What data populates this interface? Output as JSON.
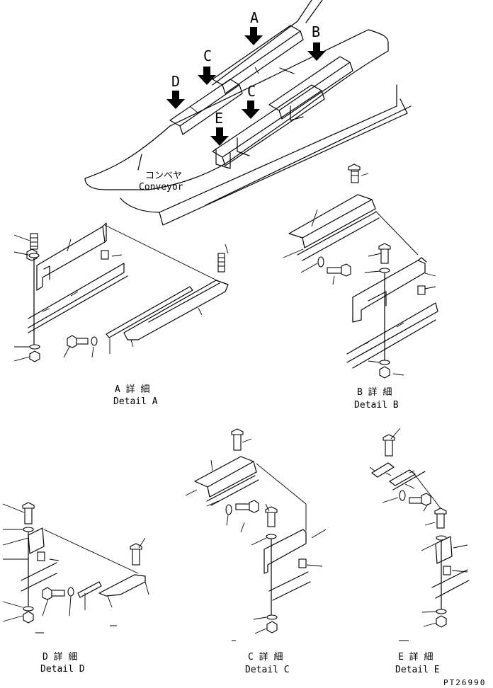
{
  "arrows": {
    "a": "A",
    "b": "B",
    "c1": "C",
    "c2": "C",
    "d": "D",
    "e": "E"
  },
  "conveyor": {
    "jp": "コンベヤ",
    "en": "Conveyor"
  },
  "details": {
    "a": {
      "jp": "A 詳 細",
      "en": "Detail A"
    },
    "b": {
      "jp": "B 詳 細",
      "en": "Detail B"
    },
    "c": {
      "jp": "C 詳 細",
      "en": "Detail C"
    },
    "d": {
      "jp": "D 詳 細",
      "en": "Detail D"
    },
    "e": {
      "jp": "E 詳 細",
      "en": "Detail E"
    }
  },
  "drawing_code": "PT26990"
}
